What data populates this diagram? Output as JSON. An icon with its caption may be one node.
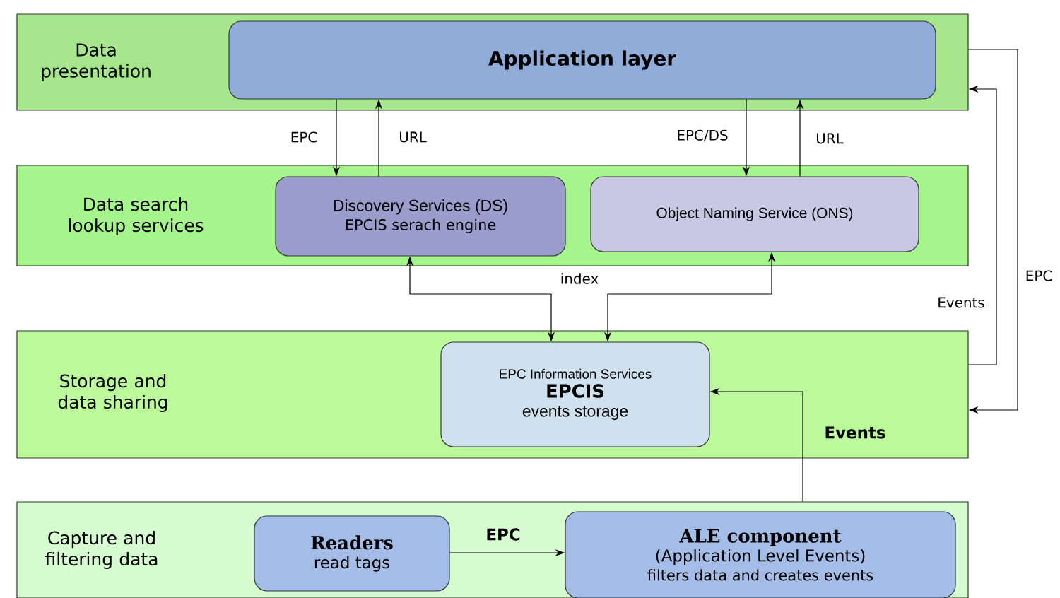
{
  "diagram": {
    "nodes": [
      {
        "text": [
          "Data presentation"
        ]
      },
      {
        "text": [
          "Application layer"
        ],
        "in": 0
      },
      {
        "text": [
          "Data search lookup services"
        ]
      },
      {
        "text": [
          "Discovery Services (DS)",
          "EPCIS serach engine"
        ],
        "in": 2
      },
      {
        "text": [
          "Object Naming Service (ONS)"
        ],
        "in": 2
      },
      {
        "text": [
          "Storage and data sharing"
        ]
      },
      {
        "text": [
          "EPC Information Services",
          "EPCIS",
          "events storage"
        ],
        "in": 5
      },
      {
        "text": [
          "Capture and filtering data"
        ]
      },
      {
        "text": [
          "Readers",
          "read tags"
        ],
        "in": 7
      },
      {
        "text": [
          "ALE component",
          "(Application Level Events)",
          "filters data and creates events"
        ],
        "in": 7
      }
    ],
    "edges": [
      {
        "from": 1,
        "to": 3,
        "arrow": "to",
        "label": "EPC"
      },
      {
        "from": 3,
        "to": 1,
        "arrow": "to",
        "label": "URL"
      },
      {
        "from": 1,
        "to": 4,
        "arrow": "to",
        "label": "EPC/DS"
      },
      {
        "from": 4,
        "to": 1,
        "arrow": "to",
        "label": "URL"
      },
      {
        "from": 3,
        "to": 6,
        "arrow": "both",
        "label": "index"
      },
      {
        "from": 4,
        "to": 6,
        "arrow": "both"
      },
      {
        "from": 7,
        "to": 6,
        "arrow": "to",
        "label": "Events"
      },
      {
        "from": 5,
        "to": 0,
        "arrow": "to",
        "label": "Events"
      },
      {
        "from": 0,
        "to": 5,
        "arrow": "to",
        "label": "EPC"
      },
      {
        "from": 8,
        "to": 9,
        "arrow": "to",
        "label": "EPC"
      }
    ]
  }
}
